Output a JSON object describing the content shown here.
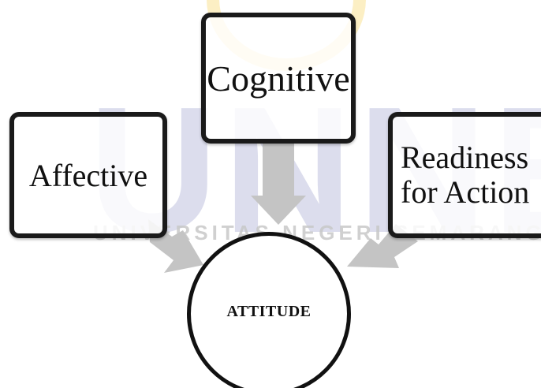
{
  "diagram": {
    "nodes": [
      {
        "id": "cognitive",
        "label": "Cognitive"
      },
      {
        "id": "affective",
        "label": "Affective"
      },
      {
        "id": "readiness",
        "label": "Readiness for Action"
      },
      {
        "id": "attitude",
        "label": "ATTITUDE"
      }
    ],
    "edges": [
      {
        "from": "cognitive",
        "to": "attitude"
      },
      {
        "from": "affective",
        "to": "attitude"
      },
      {
        "from": "readiness",
        "to": "attitude"
      }
    ]
  },
  "labels": {
    "cognitive": "Cognitive",
    "affective": "Affective",
    "readiness_line1": "Readiness",
    "readiness_line2": "for Action",
    "attitude": "ATTITUDE"
  },
  "watermark": {
    "word": "UNNES",
    "subtitle": "UNIVERSITAS NEGERI SEMARANG"
  },
  "colors": {
    "box_border": "#1a1a1a",
    "arrow": "#c4c4c4",
    "watermark_text": "#ced0e6",
    "watermark_logo": "#fbeab0"
  }
}
